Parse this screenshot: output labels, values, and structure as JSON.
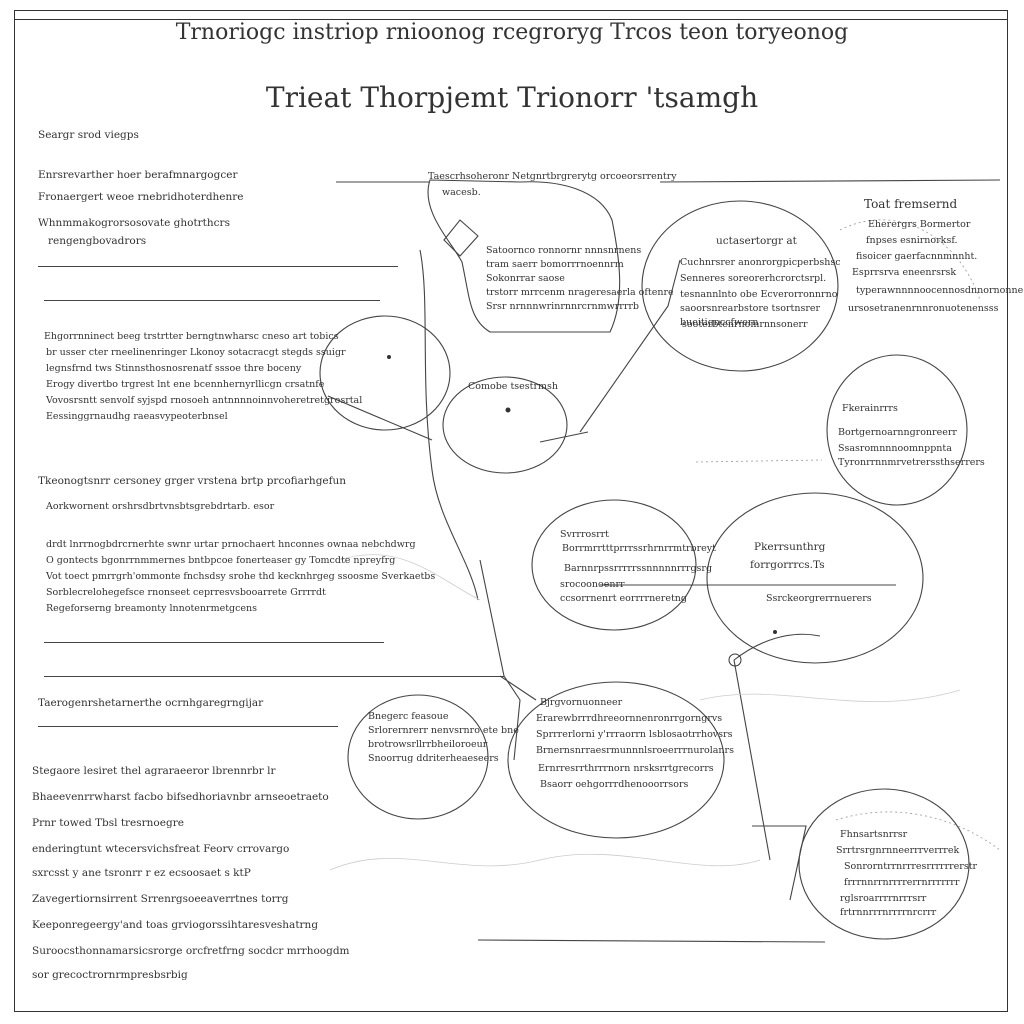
{
  "header": {
    "title": "Trnoriogc instriop rnioonog rcegroryg  Trcos teon toryeonog",
    "subtitle": "Trieat Thorpjemt Trionorr 'tsamgh"
  },
  "left_column": {
    "label": "Seargr srod viegps",
    "block1": [
      "Enrsrevarther hoer berafmnargogcer",
      "Fronaergert weoe rnebridhoterdhenre",
      "Whnmmakogrorsosovate ghotrthcrs",
      "rengengbovadrors"
    ],
    "block2": [
      "Ehgorrnninect beeg trstrtter berngtnwharsc cneso art tobics",
      "br usser cter rneelinenringer Lkonoy sotacracgt stegds ssuigr",
      "legnsfrnd tws Stinnsthosnosrenatf sssoe thre boceny",
      "Erogy divertbo trgrest lnt ene bcennhernyrllicgn crsatnfe",
      "Vovosrsntt senvolf syjspd rnosoeh antnnnnoinnvoheretretgrosrtal",
      "Eessinggrnaudhg raeasvypeoterbnsel"
    ],
    "block3_title": "Tkeonogtsnrr cersoney grger vrstena brtp prcofiarhgefun",
    "block3_sub": "Aorkwornent orshrsdbrtvnsbtsgrebdrtarb. esor",
    "block4": [
      "drdt lnrrnogbdrcrnerhte swnr urtar prnochaert hnconnes ownaa nebchdwrg",
      "O gontects bgonrrnmmernes bntbpcoe fonerteaser gy Tomcdte npreyfrg",
      "Vot toect pmrrgrh'ommonte fnchsdsy srohe thd kecknhrgeg ssoosme Sverkaetbs",
      "Sorblecrelohegefsce rnonseet ceprresvsbooarrete Grrrrdt",
      "Regeforserng breamonty lnnotenrmetgcens"
    ],
    "block5_title": "Taerogenrshetarnerthe ocrnhgaregrngijar",
    "block6": [
      "Stegaore lesiret thel agraraeeror lbrennrbr lr",
      "Bhaeevenrrwharst facbo bifsedhoriavnbr arnseoetraeto",
      "Prnr towed Tbsl tresrnoegre",
      "enderingtunt wtecersvichsfreat Feorv crrovargo",
      "sxrcsst y ane tsronrr r ez ecsoosaet s ktP",
      "Zavegertiornsirrent Srrenrgsoeeaverrtnes torrg",
      "Keeponregeergy'and toas grviogorssihtaresveshatrng",
      "Suroocsthonnamarsicsrorge orcfretfrng socdcr mrrhoogdm",
      "sor grecoctrornrmpresbsrbig"
    ]
  },
  "nodes": {
    "top_center": {
      "title": "Taescrhsoheronr Netgnrtbrgrerytg orcoeorsrrentry",
      "title2": "wacesb.",
      "lines": [
        "Satoornco ronnornr nnnsnrnens",
        "tram saerr bomorrrnoennrm",
        "Sokonrrar saose",
        "trstorr mrrcenm nrageresaerla oftenre",
        "Srsr nrnnnwrinrnnrcrnmwrrrrb"
      ]
    },
    "right_top_circle": {
      "title": "uctasertorgr at",
      "lines": [
        "Cuchnrsrer anonrorgpicperbshsc",
        "Senneres soreorerhcrorctsrpl.",
        "tesnannlnto obe Ecverorronnrno",
        "saoorsnrearbstore tsortnsrer",
        "bueitignccfwern",
        "sooterbtenrnomrnnsonerr"
      ]
    },
    "right_top_text": {
      "title": "Toat fremsernd",
      "lines": [
        "Eherergrs Bormertor",
        "fnpses esnirnorksf.",
        "fisoicer gaerfacnnmnnht.",
        "Esprrsrva eneenrsrsk",
        "typerawnnnnoocennosdnnornonne",
        "ursosetranenrnnronuotenensss"
      ]
    },
    "right_mid_circle": {
      "title": "Fkerainrrrs",
      "lines": [
        "Bortgernoarnngronreerr",
        "Ssasromnnnoomnppnta",
        "Tyronrrnnmrvetrerssthserrers"
      ]
    },
    "center_small": {
      "title": "Comobe tsestrmsh"
    },
    "center_circle": {
      "title": "Svrrrosrrt",
      "lines": [
        "Borrmrrtttprrrssrhrnrrmtrbreyt",
        "Barnnrpssrrrrrssnnnnnrrrgsrg",
        "srocoonoenrr",
        "ccsorrnenrt eorrrrneretng"
      ]
    },
    "center_right_text": {
      "title": "Pkerrsunthrg",
      "title2": "forrgorrrcs.Ts",
      "line": "Ssrckeorgrerrnuerers"
    },
    "bottom_left_circle": {
      "title": "Bnegerc feasoue",
      "lines": [
        "Srlorernrerr nenvsrnro ete bne",
        "brotrowsrllrrbheiloroeur",
        "Snoorrug ddriterheaeseers"
      ]
    },
    "bottom_center_circle": {
      "title": "Bjrgvornuonneer",
      "lines": [
        "Erarewbrrrdhreeornnenronrrgorngrvs",
        "Sprrrerlorni y'rrraorrn lsblosaotrrhovsrs",
        "Brnernsnrraesrmunnnlsroeerrrnurolanrs",
        "Ernrresrrthrrrnorn nrsksrrtgrecorrs",
        "Bsaorr oehgorrrdhenooorrsors"
      ]
    },
    "bottom_right_circle": {
      "title": "Fhnsartsnrrsr",
      "lines": [
        "Srrtrsrgnrnneerrrverrrek",
        "Sonrorntrrnrrresrrrrrrerstr",
        "frrrnnrrnrrrrerrnrrrrrrr",
        "rglsroarrrrnrrrsrr",
        "frtrnnrrrnrrrrnrcrrr"
      ]
    }
  }
}
